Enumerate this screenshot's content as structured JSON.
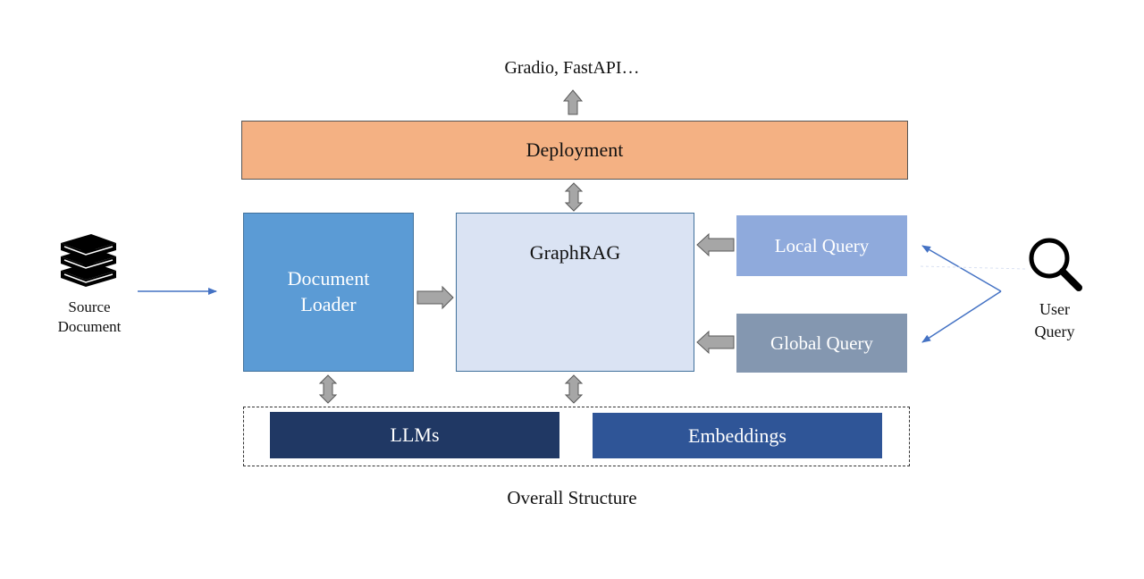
{
  "top_output": {
    "text": "Gradio, FastAPI…"
  },
  "deployment": {
    "label": "Deployment"
  },
  "document_loader": {
    "line1": "Document",
    "line2": "Loader"
  },
  "graphrag": {
    "title": "GraphRAG"
  },
  "local_query": {
    "label": "Local Query"
  },
  "global_query": {
    "label": "Global Query"
  },
  "models": {
    "llms": {
      "label": "LLMs"
    },
    "embeddings": {
      "label": "Embeddings"
    }
  },
  "source_document": {
    "line1": "Source",
    "line2": "Document"
  },
  "user_query": {
    "line1": "User",
    "line2": "Query"
  },
  "caption": {
    "text": "Overall Structure"
  },
  "colors": {
    "deployment": "#f4b183",
    "document_loader": "#5b9bd5",
    "graphrag": "#dae3f3",
    "local_query": "#8faadc",
    "global_query": "#8497b0",
    "llms": "#203864",
    "embeddings": "#2f5597",
    "arrow_fill": "#a6a6a6",
    "connector_line": "#4472c4"
  },
  "icons": {
    "source_document": "stacked-books-icon",
    "user_query": "magnifier-icon",
    "graph": "knowledge-graph-icon"
  }
}
